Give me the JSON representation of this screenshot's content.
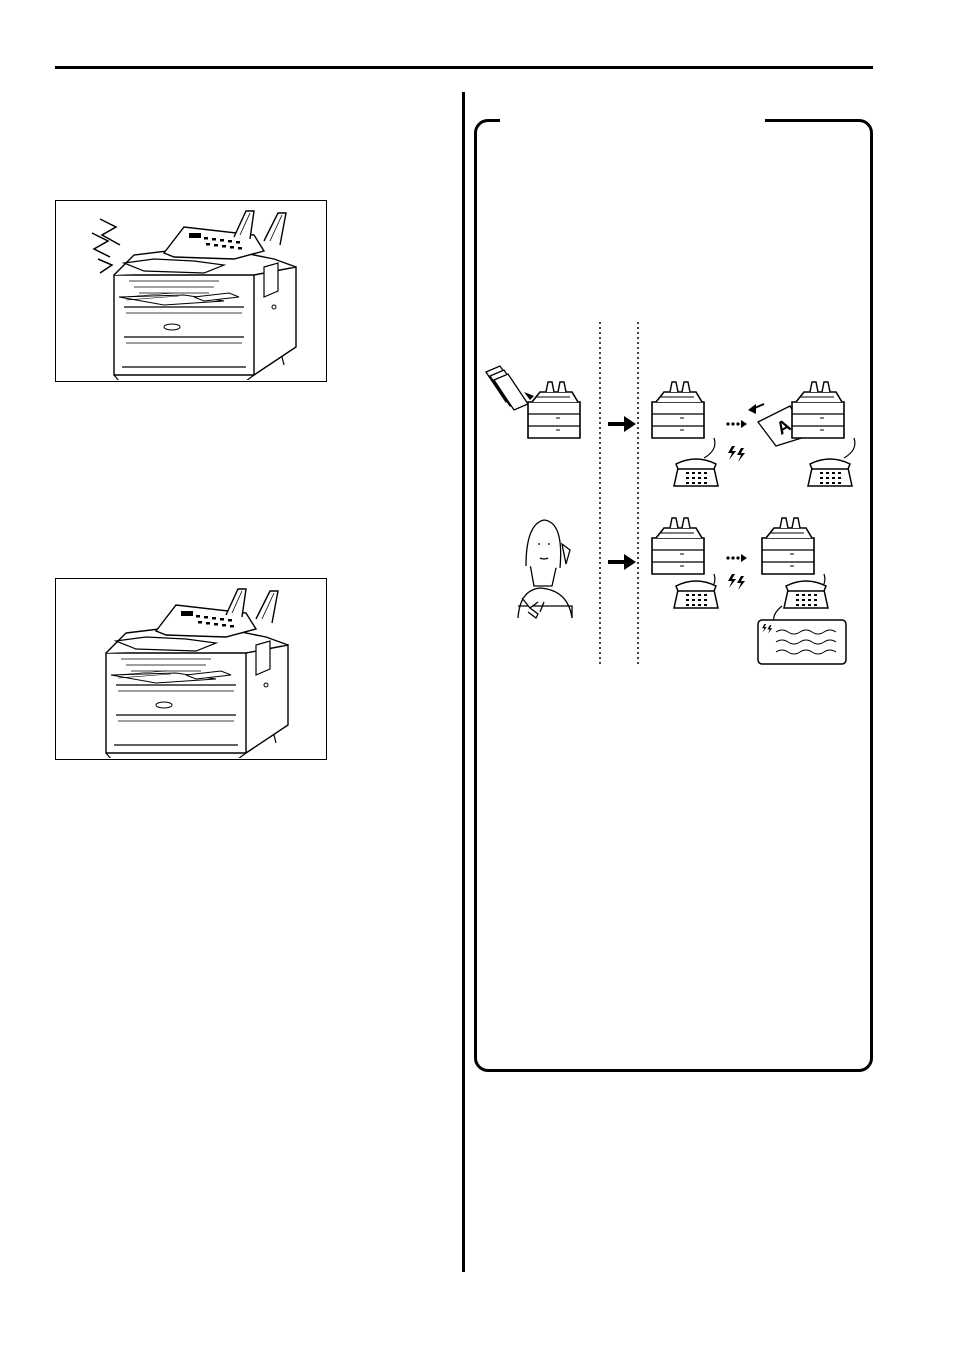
{
  "page": {
    "figures": [
      {
        "id": "fig-ringing-fax",
        "icon": "fax-machine-ringing-illustration"
      },
      {
        "id": "fig-fax-idle",
        "icon": "fax-machine-illustration"
      }
    ],
    "panel": {
      "diagram": {
        "rows": [
          {
            "source": "document-sheets-icon",
            "steps": [
              "fax-machine-icon",
              "fax-machine-with-telephone-icon",
              "fax-receiving-document-icon"
            ]
          },
          {
            "source": "person-on-phone-icon",
            "steps": [
              "fax-machine-with-telephone-icon",
              "fax-with-handset-message-icon"
            ]
          }
        ],
        "connector_icons": [
          "arrow-right-icon",
          "dotted-double-arrow-icon",
          "lightning-signal-icon"
        ]
      }
    }
  }
}
